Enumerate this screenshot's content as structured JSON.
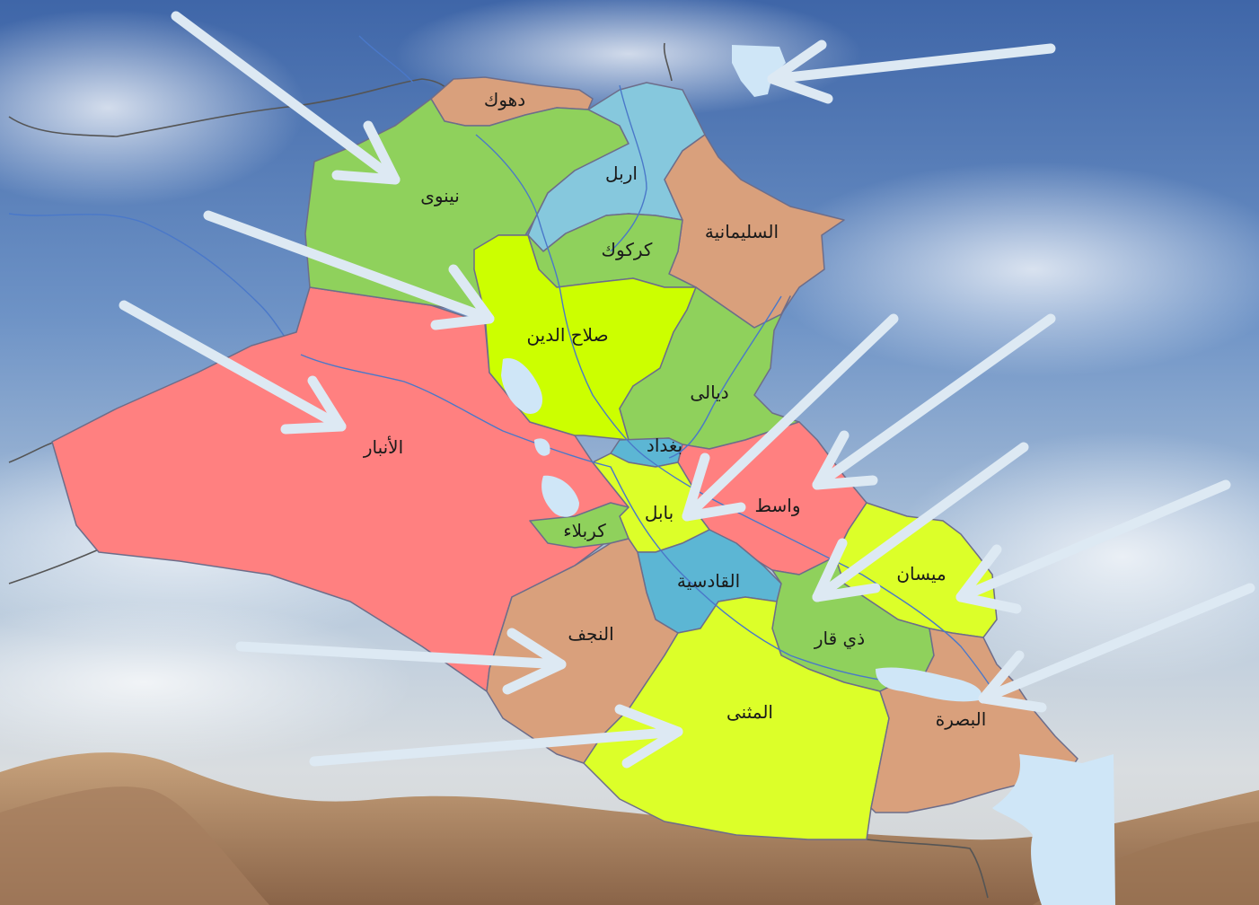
{
  "colors": {
    "green": "#8fd15c",
    "lime": "#ccff00",
    "yellow": "#dcff29",
    "salmon": "#d9a07c",
    "pink": "#ff8080",
    "lightblue": "#86c8dd",
    "teal": "#5cb6d4",
    "water": "#cfe6f7",
    "arrow": "#dde9f3"
  },
  "provinces": {
    "duhok": "دهوك",
    "ninawa": "نينوى",
    "erbil": "اربل",
    "sulaymaniyah": "السليمانية",
    "kirkuk": "كركوك",
    "salahaddin": "صلاح الدين",
    "diyala": "ديالى",
    "anbar": "الأنبار",
    "baghdad": "بغداد",
    "wasit": "واسط",
    "babil": "بابل",
    "karbala": "كربلاء",
    "maysan": "ميسان",
    "qadisiyah": "القادسية",
    "dhiqar": "ذي قار",
    "najaf": "النجف",
    "basra": "البصرة",
    "muthanna": "المثنى"
  }
}
